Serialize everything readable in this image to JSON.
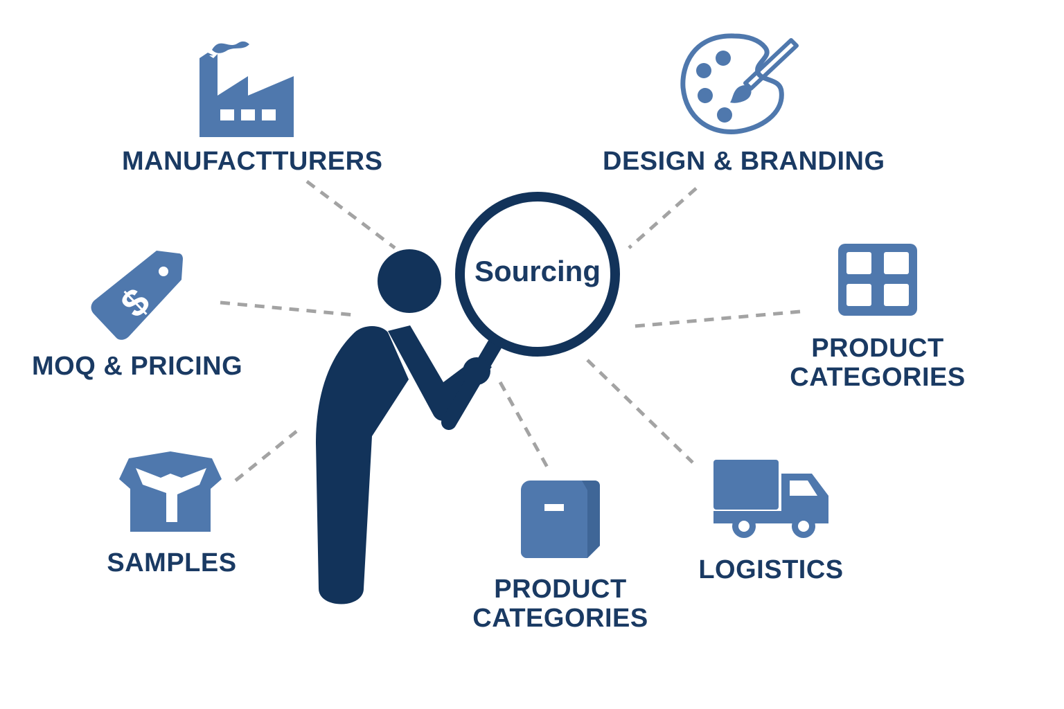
{
  "center": {
    "label": "Sourcing"
  },
  "nodes": {
    "manufacturers": {
      "label": "MANUFACTTURERS",
      "icon": "factory-icon"
    },
    "design_branding": {
      "label": "DESIGN & BRANDING",
      "icon": "palette-icon"
    },
    "moq_pricing": {
      "label": "MOQ & PRICING",
      "icon": "price-tag-icon"
    },
    "product_categories_right": {
      "line1": "PRODUCT",
      "line2": "CATEGORIES",
      "icon": "grid-icon"
    },
    "samples": {
      "label": "SAMPLES",
      "icon": "box-icon"
    },
    "product_categories_bottom": {
      "line1": "PRODUCT",
      "line2": "CATEGORIES",
      "icon": "package-icon"
    },
    "logistics": {
      "label": "LOGISTICS",
      "icon": "truck-icon"
    }
  },
  "colors": {
    "icon_blue": "#4f78ad",
    "navy": "#12335a",
    "label_navy": "#1a3a63",
    "connector_gray": "#a3a3a3"
  }
}
